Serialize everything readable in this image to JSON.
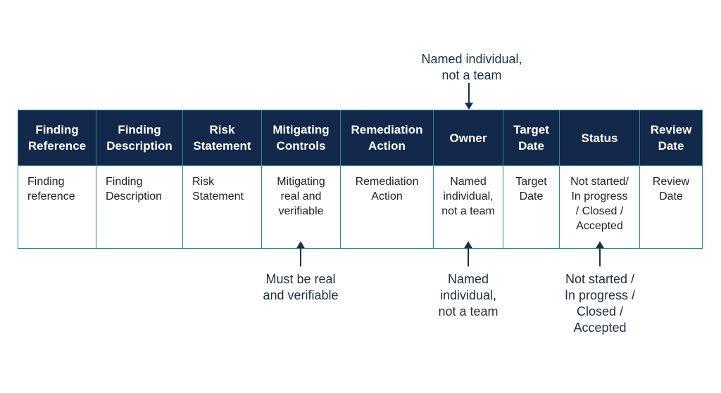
{
  "columns": [
    {
      "header": "Finding\nReference",
      "value": "Finding\nreference"
    },
    {
      "header": "Finding\nDescription",
      "value": "Finding\nDescription"
    },
    {
      "header": "Risk\nStatement",
      "value": "Risk\nStatement"
    },
    {
      "header": "Mitigating\nControls",
      "value": "Mitigating\nreal and\nverifiable"
    },
    {
      "header": "Remediation\nAction",
      "value": "Remediation\nAction"
    },
    {
      "header": "Owner",
      "value": "Named\nindividual,\nnot a team"
    },
    {
      "header": "Target\nDate",
      "value": "Target\nDate"
    },
    {
      "header": "Status",
      "value": "Not started/\nIn progress\n/ Closed /\nAccepted"
    },
    {
      "header": "Review\nDate",
      "value": "Review\nDate"
    }
  ],
  "callouts": {
    "owner_top": "Named individual,\nnot a team",
    "mitigating_bottom": "Must be real\nand verifiable",
    "owner_bottom": "Named\nindividual,\nnot a team",
    "status_bottom": "Not started /\nIn progress /\nClosed /\nAccepted"
  },
  "colors": {
    "header_bg": "#13294b",
    "border": "#2b8a8f",
    "callout_text": "#1d2f49"
  }
}
